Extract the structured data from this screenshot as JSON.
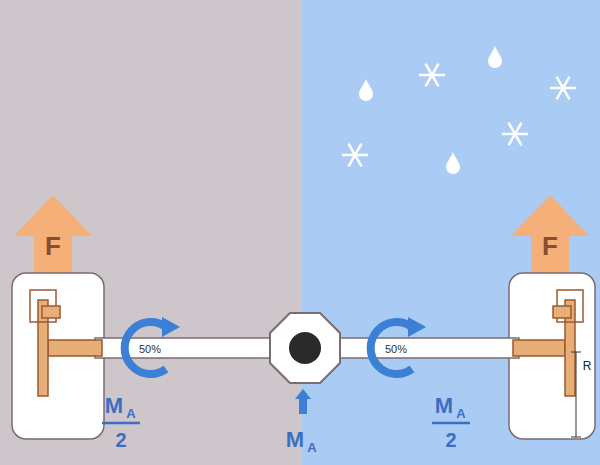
{
  "diagram": {
    "labels": [
      "F",
      "F",
      "50%",
      "50%",
      "R",
      "M",
      "A",
      "2",
      "M",
      "A",
      "M",
      "A",
      "2"
    ]
  }
}
